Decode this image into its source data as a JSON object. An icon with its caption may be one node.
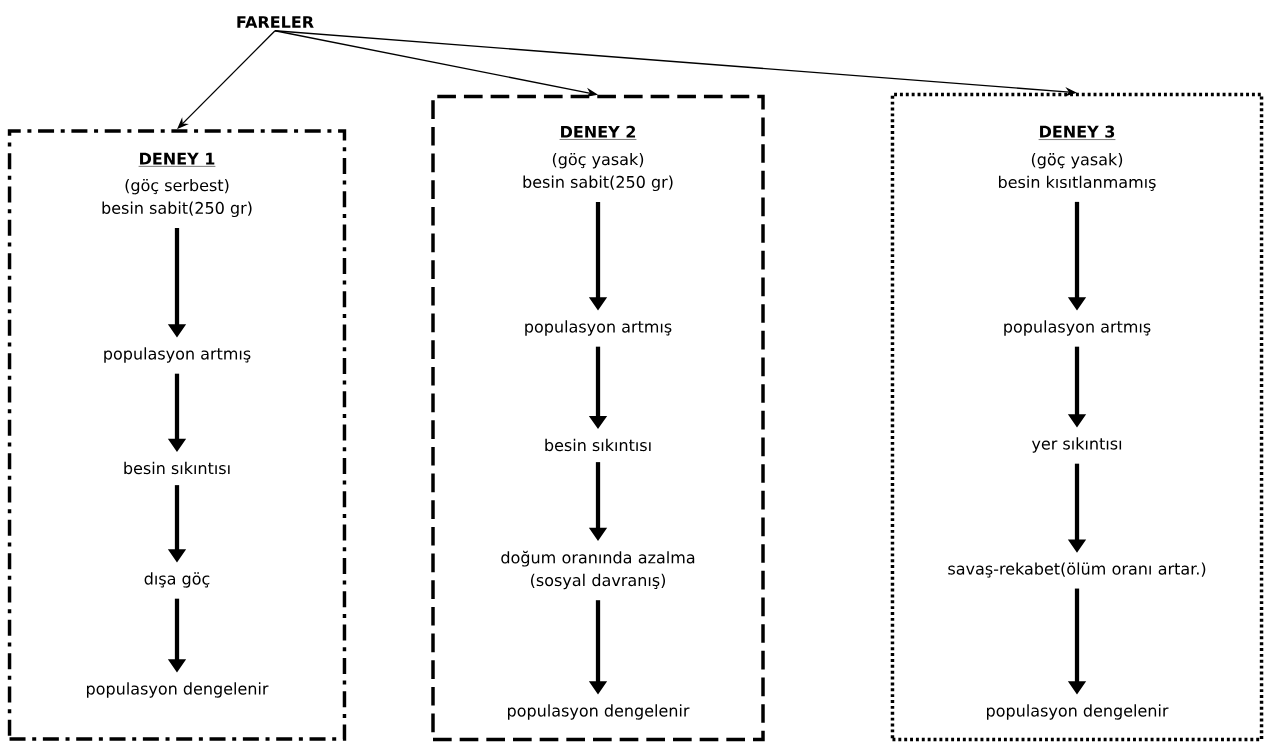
{
  "diagram": {
    "nodes": [
      {
        "text": [
          "FARELER"
        ]
      },
      {
        "text": [
          "DENEY 1"
        ]
      },
      {
        "text": [
          "(göç serbest)",
          "besin sabit(250 gr)"
        ],
        "in": 1
      },
      {
        "text": [
          "populasyon artmış"
        ],
        "in": 1
      },
      {
        "text": [
          "besin sıkıntısı"
        ],
        "in": 1
      },
      {
        "text": [
          "dışa göç"
        ],
        "in": 1
      },
      {
        "text": [
          "populasyon dengelenir"
        ],
        "in": 1
      },
      {
        "text": [
          "DENEY 2"
        ]
      },
      {
        "text": [
          "(göç yasak)",
          "besin sabit(250 gr)"
        ],
        "in": 7
      },
      {
        "text": [
          "populasyon artmış"
        ],
        "in": 7
      },
      {
        "text": [
          "besin sıkıntısı"
        ],
        "in": 7
      },
      {
        "text": [
          "doğum oranında azalma (sosyal davranış)"
        ],
        "in": 7
      },
      {
        "text": [
          "populasyon dengelenir"
        ],
        "in": 7
      },
      {
        "text": [
          "DENEY 3"
        ]
      },
      {
        "text": [
          "(göç yasak)",
          "besin kısıtlanmamış"
        ],
        "in": 13
      },
      {
        "text": [
          "populasyon artmış"
        ],
        "in": 13
      },
      {
        "text": [
          "yer sıkıntısı"
        ],
        "in": 13
      },
      {
        "text": [
          "savaş-rekabet(ölüm oranı artar.)"
        ],
        "in": 13
      },
      {
        "text": [
          "populasyon dengelenir"
        ],
        "in": 13
      }
    ],
    "edges": [
      {
        "from": 0,
        "to": 1,
        "arrow": "to"
      },
      {
        "from": 0,
        "to": 7,
        "arrow": "to"
      },
      {
        "from": 0,
        "to": 13,
        "arrow": "to"
      },
      {
        "from": 2,
        "to": 3,
        "arrow": "to"
      },
      {
        "from": 3,
        "to": 4,
        "arrow": "to"
      },
      {
        "from": 4,
        "to": 5,
        "arrow": "to"
      },
      {
        "from": 5,
        "to": 6,
        "arrow": "to"
      },
      {
        "from": 8,
        "to": 9,
        "arrow": "to"
      },
      {
        "from": 9,
        "to": 10,
        "arrow": "to"
      },
      {
        "from": 10,
        "to": 11,
        "arrow": "to"
      },
      {
        "from": 11,
        "to": 12,
        "arrow": "to"
      },
      {
        "from": 14,
        "to": 15,
        "arrow": "to"
      },
      {
        "from": 15,
        "to": 16,
        "arrow": "to"
      },
      {
        "from": 16,
        "to": 17,
        "arrow": "to"
      },
      {
        "from": 17,
        "to": 18,
        "arrow": "to"
      }
    ]
  }
}
